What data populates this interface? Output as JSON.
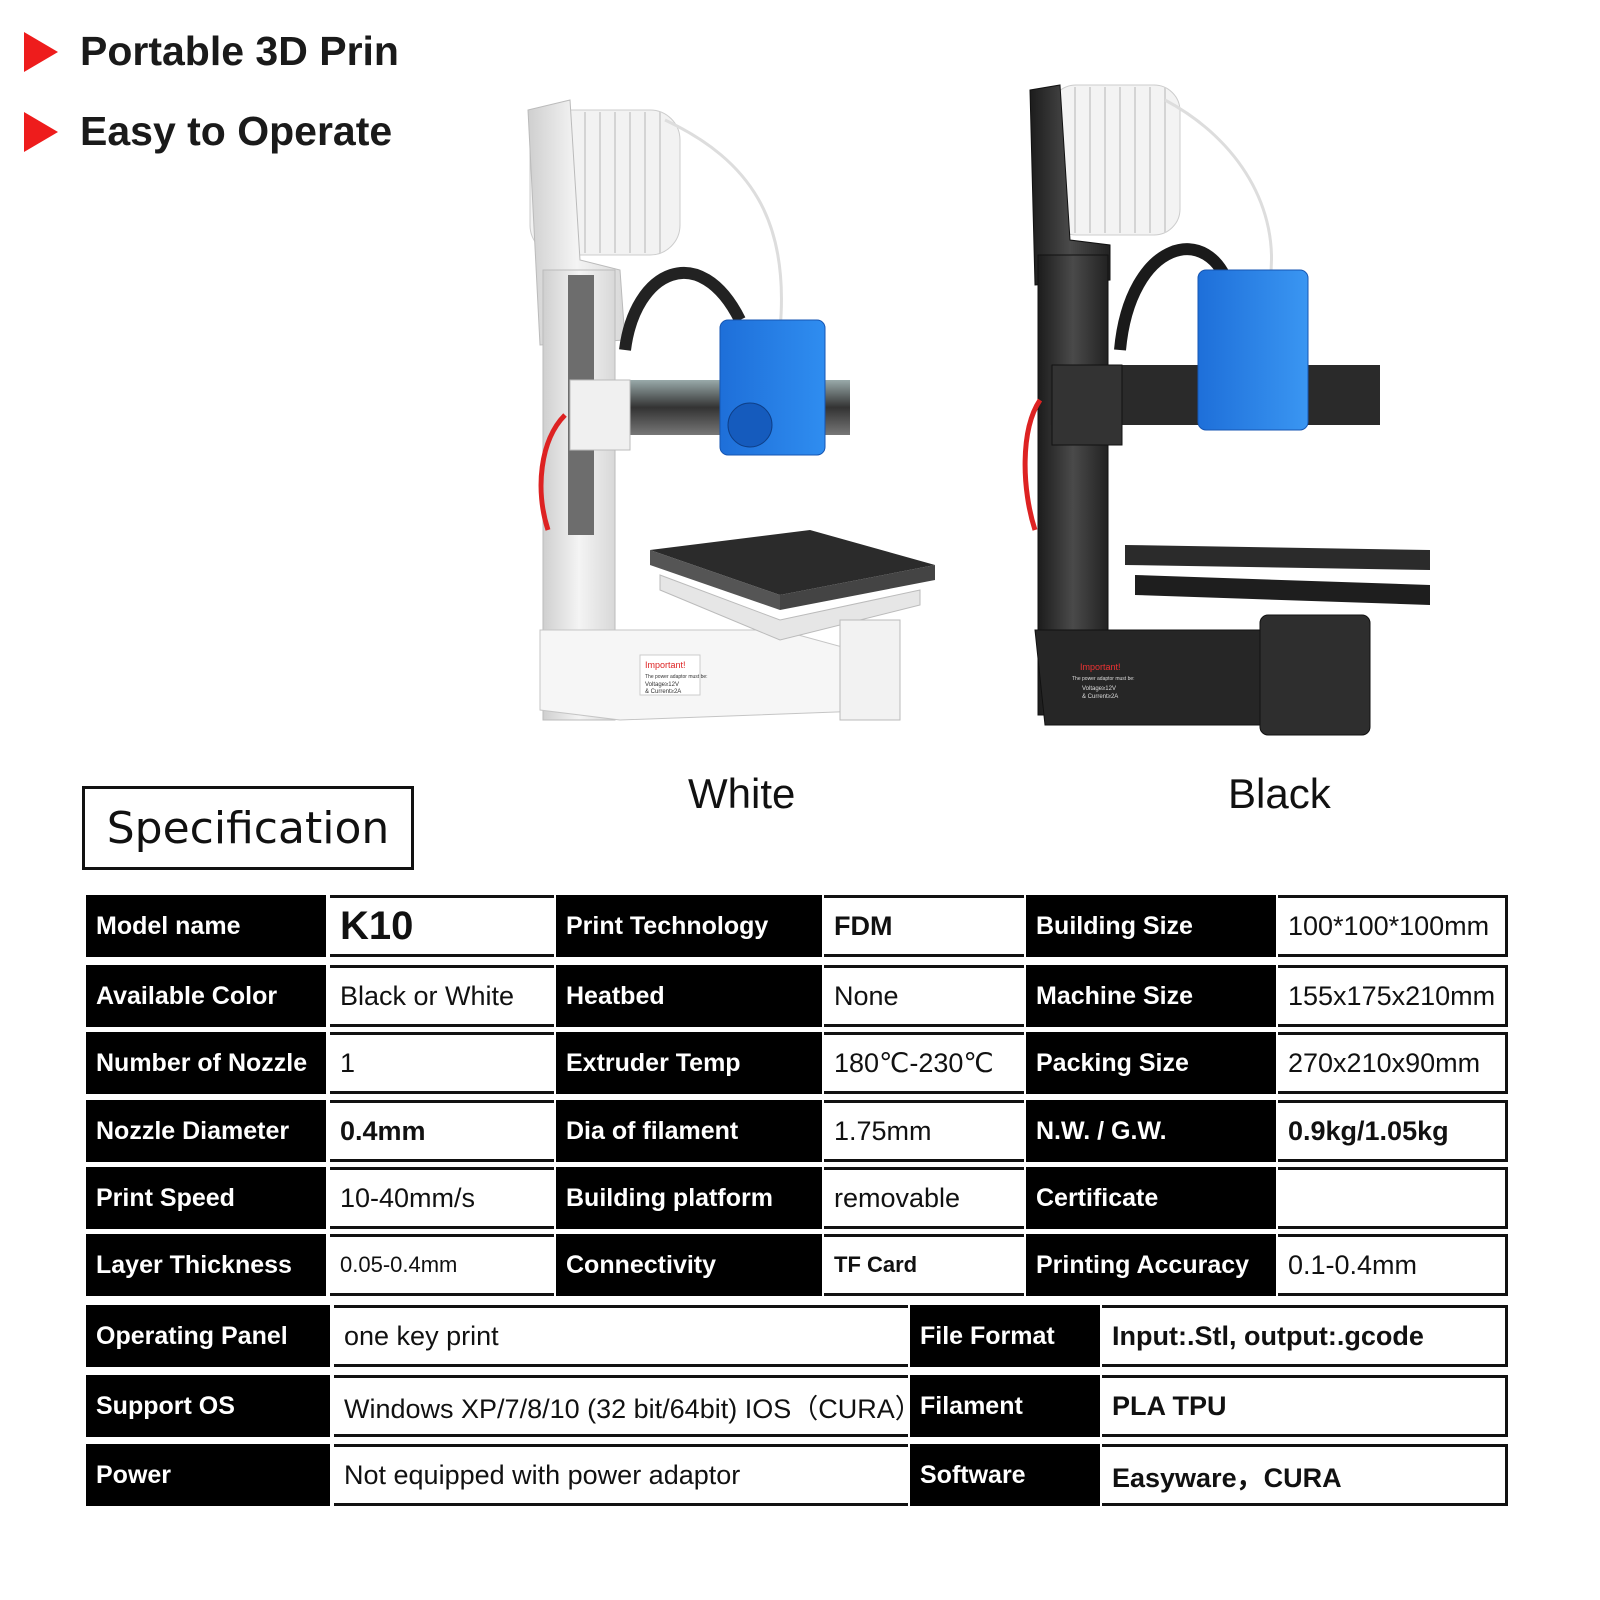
{
  "headline": {
    "bullet1": "Portable 3D Prin",
    "bullet2": "Easy to Operate"
  },
  "colors": {
    "accent": "#ee1c1c",
    "header_bg": "#000000",
    "cell_bg": "#ffffff"
  },
  "products": {
    "white_label": "White",
    "black_label": "Black",
    "sticker_title": "Important!",
    "sticker_line1": "The power adaptor must be:",
    "sticker_line2": "Voltage≥12V",
    "sticker_line3": "& Current≥2A"
  },
  "spec_title": "Specification",
  "spec_rows": [
    [
      [
        "Model name",
        "K10"
      ],
      [
        "Print Technology",
        "FDM"
      ],
      [
        "Building Size",
        "100*100*100mm"
      ]
    ],
    [
      [
        "Available Color",
        "Black or White"
      ],
      [
        "Heatbed",
        "None"
      ],
      [
        "Machine Size",
        "155x175x210mm"
      ]
    ],
    [
      [
        "Number of Nozzle",
        "1"
      ],
      [
        "Extruder  Temp",
        "180℃-230℃"
      ],
      [
        "Packing Size",
        "270x210x90mm"
      ]
    ],
    [
      [
        "Nozzle  Diameter",
        "0.4mm"
      ],
      [
        "Dia of filament",
        "1.75mm"
      ],
      [
        "N.W. / G.W.",
        "0.9kg/1.05kg"
      ]
    ],
    [
      [
        "Print Speed",
        "10-40mm/s"
      ],
      [
        "Building platform",
        "removable"
      ],
      [
        "Certificate",
        ""
      ]
    ],
    [
      [
        "Layer  Thickness",
        "0.05-0.4mm"
      ],
      [
        "Connectivity",
        "TF Card"
      ],
      [
        "Printing Accuracy",
        "0.1-0.4mm"
      ]
    ]
  ],
  "spec_rows_wide": [
    [
      [
        "Operating Panel",
        "one key print"
      ],
      [
        "File Format",
        "Input:.Stl, output:.gcode"
      ]
    ],
    [
      [
        "Support OS",
        "Windows XP/7/8/10 (32 bit/64bit)  IOS（CURA）"
      ],
      [
        "Filament",
        "PLA  TPU"
      ]
    ],
    [
      [
        "Power",
        "Not equipped with power adaptor"
      ],
      [
        "Software",
        "Easyware，CURA"
      ]
    ]
  ]
}
